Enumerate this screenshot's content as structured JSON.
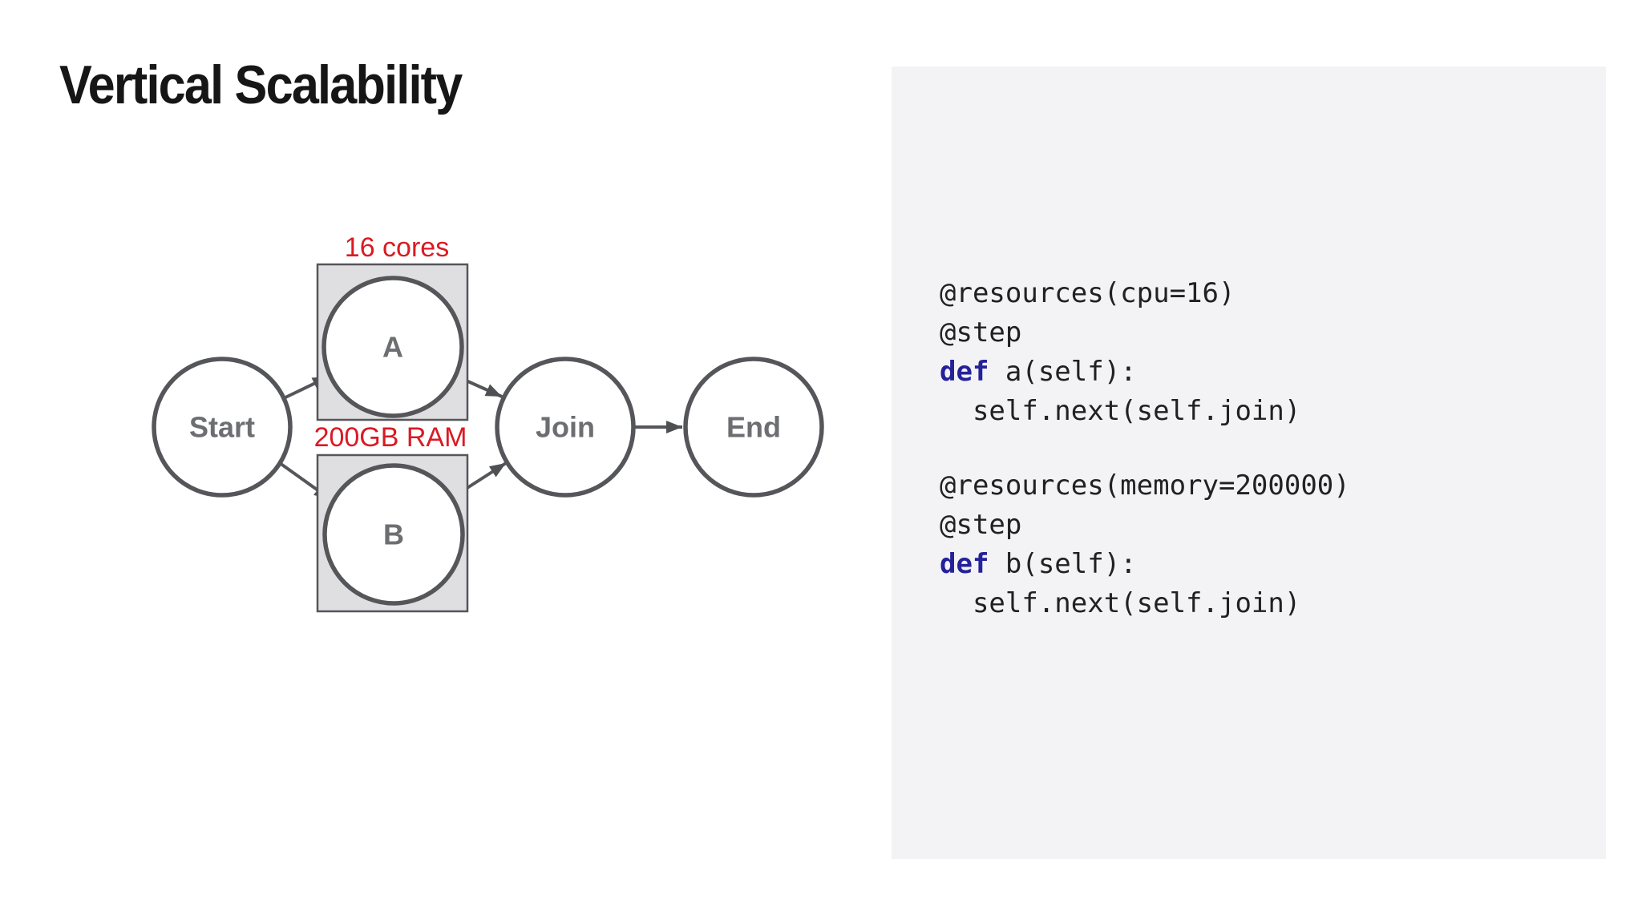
{
  "title": "Vertical Scalability",
  "diagram": {
    "node_start": "Start",
    "node_a": "A",
    "node_b": "B",
    "node_join": "Join",
    "node_end": "End",
    "label_cpu": "16 cores",
    "label_ram": "200GB RAM"
  },
  "code": {
    "blocks": [
      {
        "line1": "@resources(cpu=16)",
        "line2": "@step",
        "def_kw": "def",
        "def_rest": " a(self):",
        "line4": "  self.next(self.join)"
      },
      {
        "line1": "@resources(memory=200000)",
        "line2": "@step",
        "def_kw": "def",
        "def_rest": " b(self):",
        "line4": "  self.next(self.join)"
      }
    ]
  },
  "colors": {
    "annotation_red": "#da1a24",
    "keyword_blue": "#24219b",
    "panel_bg": "#f3f2f4",
    "node_stroke": "#55565a",
    "node_label_gray": "#6d6e71",
    "box_fill": "#dfdee0",
    "code_text": "#212121"
  }
}
